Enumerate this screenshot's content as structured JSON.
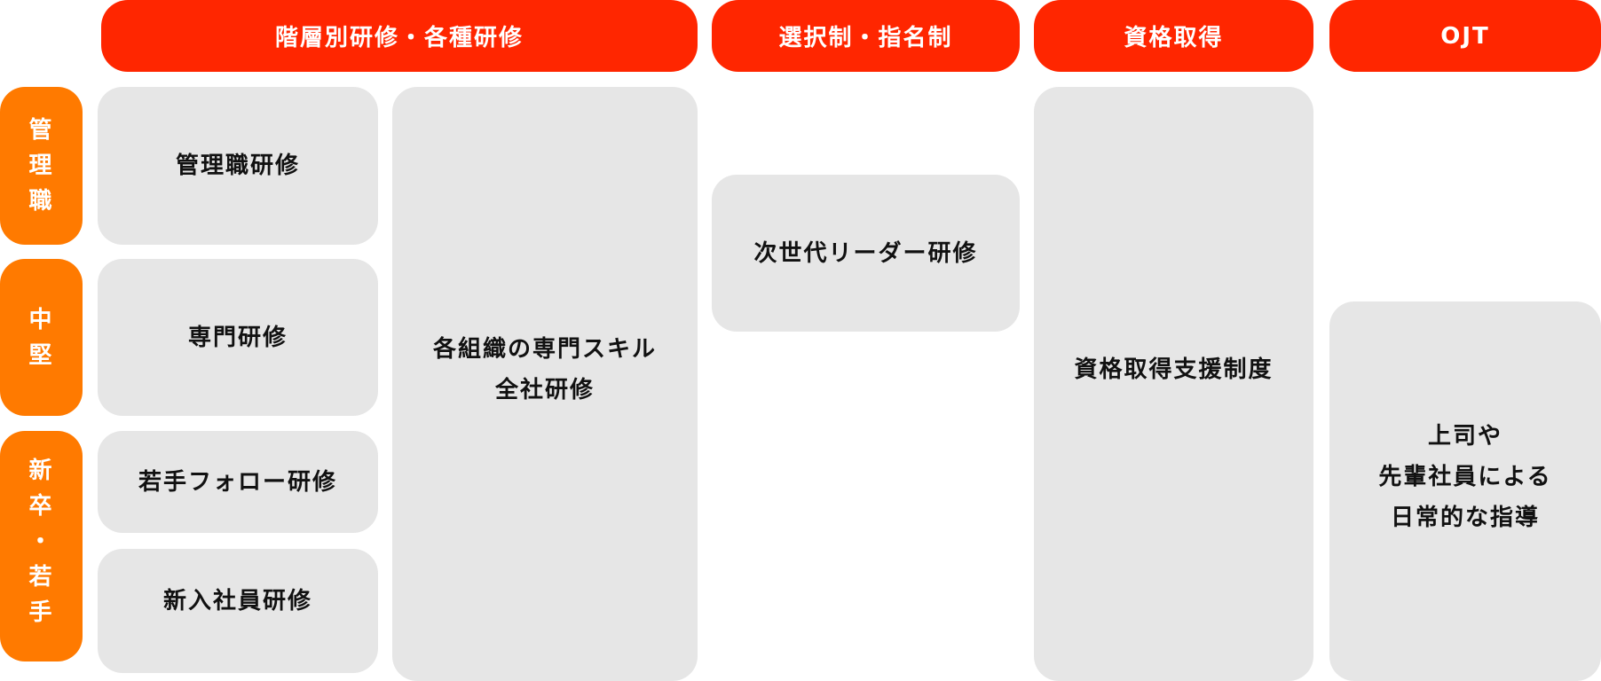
{
  "headers": [
    "階層別研修・各種研修",
    "選択制・指名制",
    "資格取得",
    "OJT"
  ],
  "levels": [
    {
      "chars": [
        "管",
        "理",
        "職"
      ]
    },
    {
      "chars": [
        "中",
        "堅"
      ]
    },
    {
      "chars": [
        "新",
        "卒",
        "・",
        "若",
        "手"
      ]
    }
  ],
  "boxes": {
    "manager": "管理職研修",
    "specialist": "専門研修",
    "young_follow": "若手フォロー研修",
    "new_hire": "新入社員研修",
    "org_skill_line1": "各組織の専門スキル",
    "org_skill_line2": "全社研修",
    "next_leader": "次世代リーダー研修",
    "qualification": "資格取得支援制度",
    "ojt_line1": "上司や",
    "ojt_line2": "先輩社員による",
    "ojt_line3": "日常的な指導"
  },
  "colors": {
    "header": "#ff2600",
    "level": "#ff7a00",
    "box": "#e6e6e6"
  }
}
